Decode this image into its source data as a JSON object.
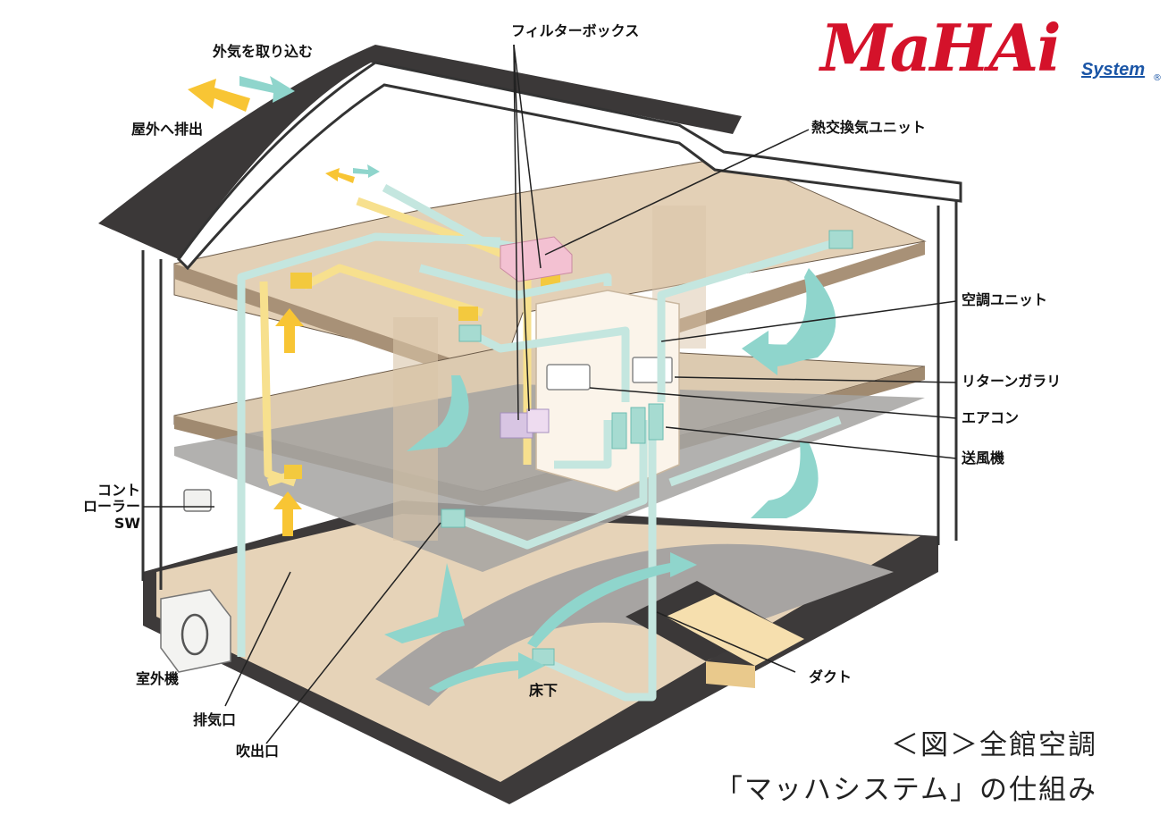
{
  "logo": {
    "text": "MaHAi",
    "sub": "System",
    "reg": "®"
  },
  "labels": {
    "intake": "外気を取り込む",
    "exhaust": "屋外へ排出",
    "filter_box": "フィルターボックス",
    "heat_exchange_unit": "熱交換気ユニット",
    "ac_unit": "空調ユニット",
    "return_gallery": "リターンガラリ",
    "air_conditioner": "エアコン",
    "blower": "送風機",
    "controller_sw": "コント\nローラー\nSW",
    "outdoor_unit": "室外機",
    "exhaust_port": "排気口",
    "outlet": "吹出口",
    "underfloor": "床下",
    "duct": "ダクト"
  },
  "caption": {
    "line1": "＜図＞全館空調",
    "line2": "「マッハシステム」の仕組み"
  },
  "colors": {
    "roof": "#3b3838",
    "floor": "#e3d0b6",
    "duct_teal": "#c4e6df",
    "duct_yellow": "#f7e08e",
    "arrow_teal": "#8fd5cc",
    "arrow_yellow": "#f8c534",
    "filter_pink": "#f3c1d2",
    "filter_lavender": "#d8c5e3",
    "logo_red": "#d4122a",
    "logo_blue": "#1a55a6"
  }
}
